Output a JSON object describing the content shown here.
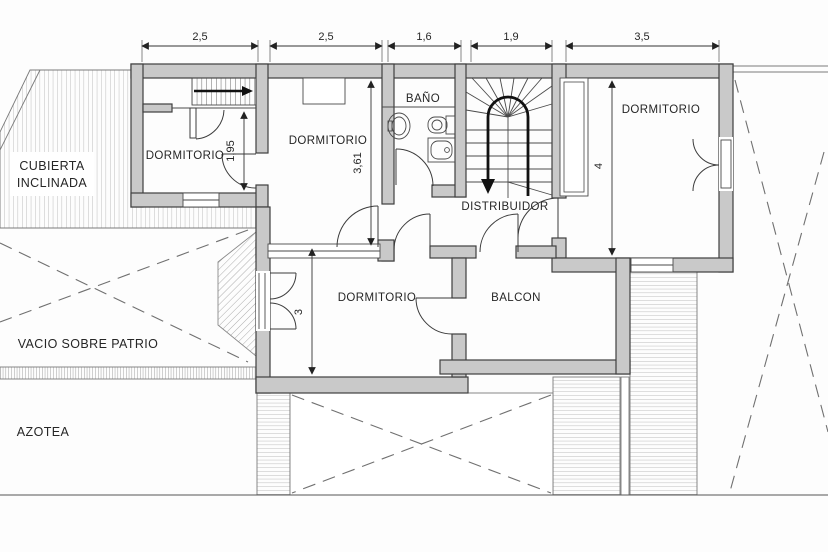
{
  "plan": {
    "labels": {
      "dorm_small": "DORMITORIO",
      "dorm_mid": "DORMITORIO",
      "dorm_right": "DORMITORIO",
      "dorm_bottom": "DORMITORIO",
      "bano": "BAÑO",
      "distribuidor": "DISTRIBUIDOR",
      "balcon": "BALCON",
      "cubierta_line1": "CUBIERTA",
      "cubierta_line2": "INCLINADA",
      "vacio": "VACIO SOBRE PATRIO",
      "azotea": "AZOTEA"
    },
    "dims_top": [
      "2,5",
      "2,5",
      "1,6",
      "1,9",
      "3,5"
    ],
    "dims_vertical": {
      "dorm_small": "1,95",
      "dorm_mid": "3,61",
      "dorm_right": "4",
      "dorm_bottom": "3"
    },
    "colors": {
      "wall_fill": "#c9c9c9",
      "wall_outline": "#3f3f3f",
      "hatch": "#b0b0b0",
      "dashed": "#707070",
      "text": "#262626",
      "background": "#ffffff"
    }
  }
}
